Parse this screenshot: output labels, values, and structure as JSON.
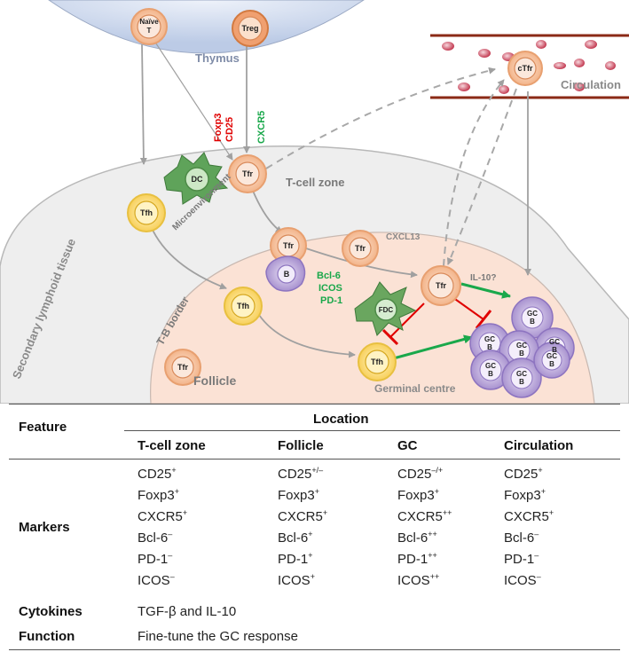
{
  "diagram": {
    "thymus_label": "Thymus",
    "circulation_label": "Circulation",
    "tcell_zone_label": "T-cell zone",
    "microenvironment_label": "Microenvironment",
    "secondary_lymphoid_label": "Secondary lymphoid tissue",
    "tb_border_label": "T-B border",
    "follicle_label": "Follicle",
    "germinal_centre_label": "Germinal centre",
    "cxcl13_label": "CXCL13",
    "il10_label": "IL-10?",
    "naive_t_line1": "Naïve",
    "naive_t_line2": "T",
    "treg": "Treg",
    "ctfr": "cTfr",
    "tfr": "Tfr",
    "tfh": "Tfh",
    "dc": "DC",
    "fdc": "FDC",
    "b": "B",
    "gcb_line1": "GC",
    "gcb_line2": "B",
    "thymus_markers_red": [
      "CD25",
      "Foxp3"
    ],
    "thymus_markers_green": "CXCR5",
    "follicle_markers_green": [
      "Bcl-6",
      "ICOS",
      "PD-1"
    ],
    "colors": {
      "tfr": "#f4b183",
      "tfh": "#ffd966",
      "b": "#b4a7d6",
      "follicle": "#fbe5d6",
      "tissue": "#ededed",
      "thymus": "#c9d6ec",
      "inhibit": "#e00000",
      "activate": "#1aa84b",
      "red_marker": "#e00000",
      "green_marker": "#1aa84b"
    }
  },
  "table": {
    "feature_header": "Feature",
    "location_header": "Location",
    "columns": [
      "T-cell zone",
      "Follicle",
      "GC",
      "Circulation"
    ],
    "markers_label": "Markers",
    "markers": [
      [
        {
          "base": "CD25",
          "sup": "+"
        },
        {
          "base": "CD25",
          "sup": "+/–"
        },
        {
          "base": "CD25",
          "sup": "–/+"
        },
        {
          "base": "CD25",
          "sup": "+"
        }
      ],
      [
        {
          "base": "Foxp3",
          "sup": "+"
        },
        {
          "base": "Foxp3",
          "sup": "+"
        },
        {
          "base": "Foxp3",
          "sup": "+"
        },
        {
          "base": "Foxp3",
          "sup": "+"
        }
      ],
      [
        {
          "base": "CXCR5",
          "sup": "+"
        },
        {
          "base": "CXCR5",
          "sup": "+"
        },
        {
          "base": "CXCR5",
          "sup": "++"
        },
        {
          "base": "CXCR5",
          "sup": "+"
        }
      ],
      [
        {
          "base": "Bcl-6",
          "sup": "–"
        },
        {
          "base": "Bcl-6",
          "sup": "+"
        },
        {
          "base": "Bcl-6",
          "sup": "++"
        },
        {
          "base": "Bcl-6",
          "sup": "–"
        }
      ],
      [
        {
          "base": "PD-1",
          "sup": "–"
        },
        {
          "base": "PD-1",
          "sup": "+"
        },
        {
          "base": "PD-1",
          "sup": "++"
        },
        {
          "base": "PD-1",
          "sup": "–"
        }
      ],
      [
        {
          "base": "ICOS",
          "sup": "–"
        },
        {
          "base": "ICOS",
          "sup": "+"
        },
        {
          "base": "ICOS",
          "sup": "++"
        },
        {
          "base": "ICOS",
          "sup": "–"
        }
      ]
    ],
    "cytokines_label": "Cytokines",
    "cytokines_value": "TGF-β and IL-10",
    "function_label": "Function",
    "function_value": "Fine-tune the GC response"
  }
}
